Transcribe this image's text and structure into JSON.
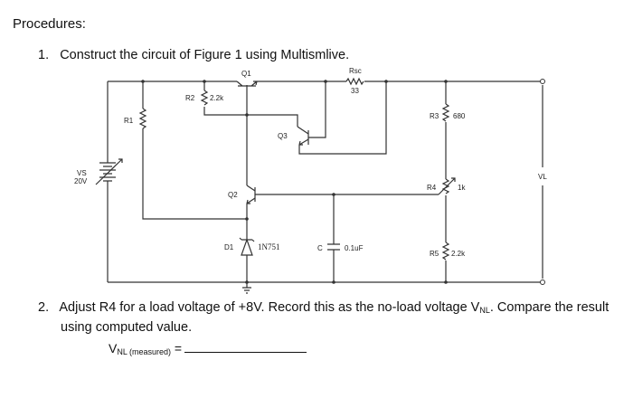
{
  "heading": "Procedures:",
  "steps": [
    {
      "number": "1.",
      "text": "Construct the circuit of Figure 1 using Multismlive."
    },
    {
      "number": "2.",
      "text_line1": "Adjust R4 for a load voltage of +8V. Record this as the no-load voltage V",
      "sub": "NL",
      "text_line1_end": ". Compare the result",
      "text_line2": "using computed value."
    }
  ],
  "answer": {
    "label": "V",
    "sub": "NL (measured)",
    "equals": "="
  },
  "circuit": {
    "vs_name": "VS",
    "vs_value": "20V",
    "r1": "R1",
    "r2": "R2",
    "r2_value": "2.2k",
    "q1": "Q1",
    "q2": "Q2",
    "q3": "Q3",
    "rsc": "Rsc",
    "rsc_value": "33",
    "r3": "R3",
    "r3_value": "680",
    "r4": "R4",
    "r4_value": "1k",
    "r5": "R5",
    "r5_value": "2.2k",
    "d1": "D1",
    "d1_value": "1N751",
    "c": "C",
    "c_value": "0.1uF",
    "vl": "VL"
  }
}
